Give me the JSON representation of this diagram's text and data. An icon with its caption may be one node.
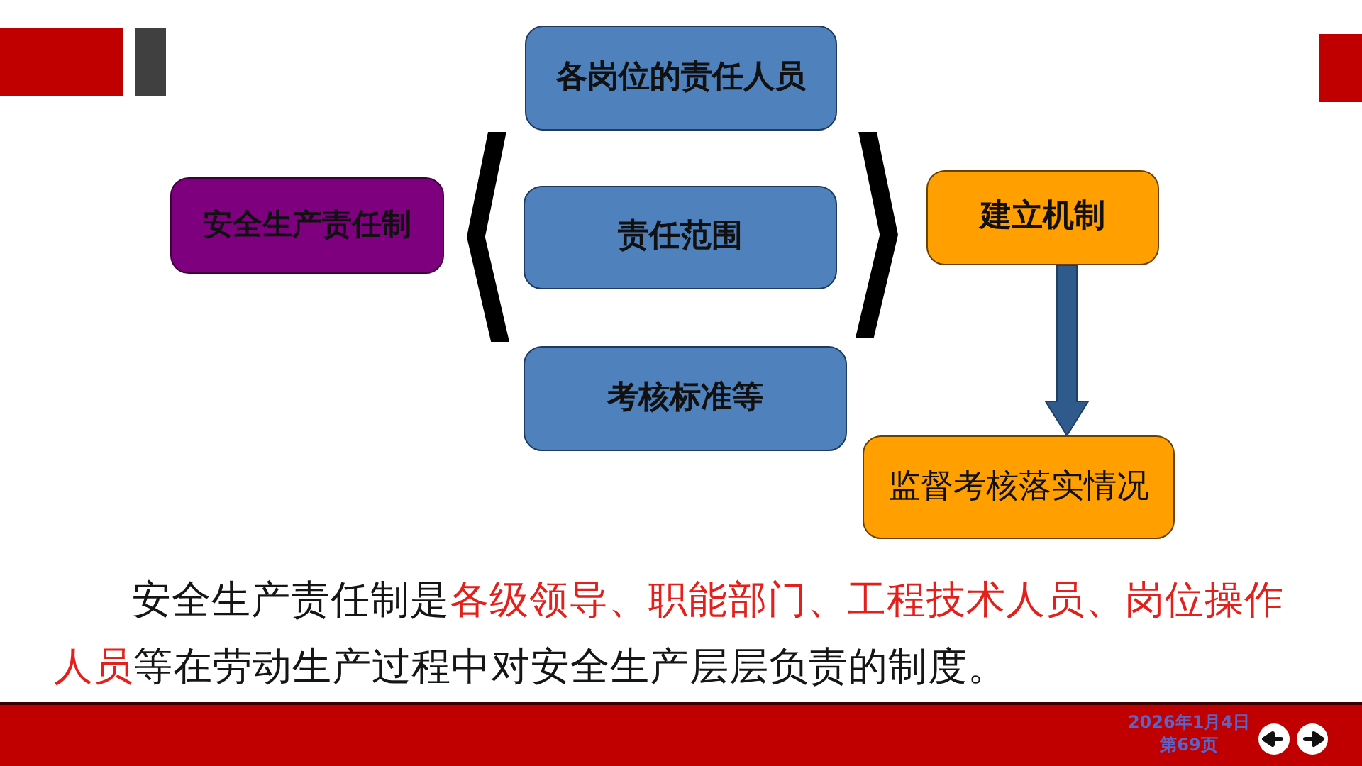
{
  "diagram": {
    "nodes": [
      {
        "text": [
          "安全生产责任制"
        ]
      },
      {
        "text": [],
        "shape": "bracket"
      },
      {
        "text": [
          "各岗位的责任人员"
        ]
      },
      {
        "text": [
          "责任范围"
        ]
      },
      {
        "text": [
          "考核标准等"
        ]
      },
      {
        "text": [],
        "shape": "bracket"
      },
      {
        "text": [
          "建立机制"
        ]
      },
      {
        "text": [
          "监督考核落实情况"
        ]
      }
    ],
    "edges": [
      {
        "from": 6,
        "to": 7,
        "arrow": "to",
        "style": "thick"
      }
    ],
    "labels": [
      "安全生产责任制是**各级领导、职能部门、工程技术人员、岗位操作人员**等在劳动生产过程中对安全生产层层负责的制度。",
      "2026年1月4日",
      "第69页"
    ]
  }
}
